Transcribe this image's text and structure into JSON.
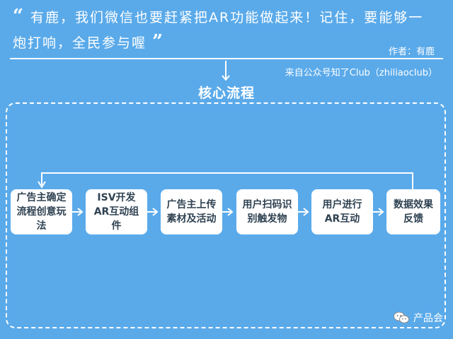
{
  "quote": {
    "open_mark": "“",
    "text": "有鹿，我们微信也要赶紧把AR功能做起来！记住，要能够一炮打响，全民参与喔",
    "close_mark": "”"
  },
  "author": "作者：有鹿",
  "source": "来自公众号知了Club（zhiliaoclub）",
  "section_title": "核心流程",
  "flow": {
    "steps": [
      {
        "label": "广告主确定流程创意玩法"
      },
      {
        "label": "ISV开发AR互动组件"
      },
      {
        "label": "广告主上传素材及活动"
      },
      {
        "label": "用户扫码识别触发物"
      },
      {
        "label": "用户进行AR互动"
      },
      {
        "label": "数据效果反馈"
      }
    ]
  },
  "watermark": {
    "icon": "wechat-bubbles-icon",
    "text": "产品会"
  }
}
